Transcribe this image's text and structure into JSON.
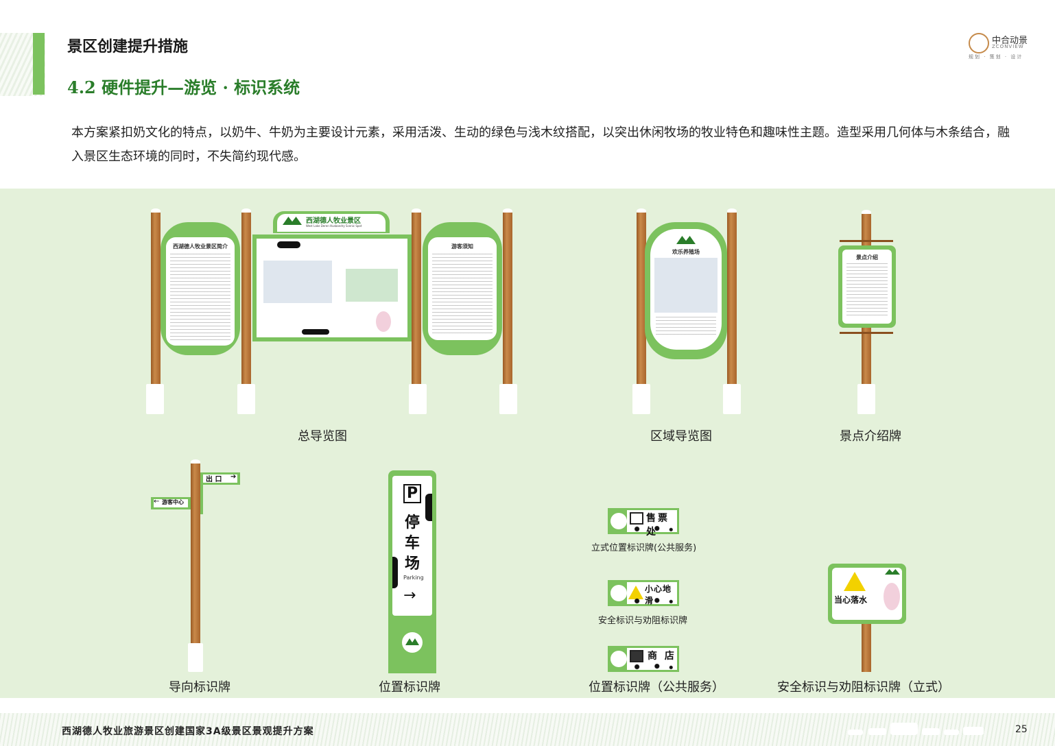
{
  "header": {
    "section_title": "景区创建提升措施",
    "subtitle": "4.2 硬件提升—游览 · 标识系统",
    "logo_name": "中合动景",
    "logo_en": "ZCONVIEW",
    "logo_tagline": "规划 · 策划 · 设计"
  },
  "description": "本方案紧扣奶文化的特点，以奶牛、牛奶为主要设计元素，采用活泼、生动的绿色与浅木纹搭配，以突出休闲牧场的牧业特色和趣味性主题。造型采用几何体与木条结合，融入景区生态环境的同时，不失简约现代感。",
  "signs": {
    "main_board_title": "西湖德人牧业景区",
    "main_board_en": "West Lake Deren Husbandry Scenic Spot",
    "intro_panel_title": "西湖德人牧业景区简介",
    "notice_panel_title": "游客须知",
    "area_board_title": "欢乐养殖场",
    "spot_board_title": "景点介绍",
    "exit_label": "出 口",
    "center_label": "游客中心",
    "parking_p": "P",
    "parking_chars": [
      "停",
      "车",
      "场"
    ],
    "parking_en": "Parking",
    "ticket_label": "售票处",
    "slippery_label": "小心地滑",
    "shop_label": "商  店",
    "water_label": "当心落水"
  },
  "captions": {
    "general_map": "总导览图",
    "area_map": "区域导览图",
    "spot_intro": "景点介绍牌",
    "direction": "导向标识牌",
    "location": "位置标识牌",
    "standing_location": "立式位置标识牌(公共服务)",
    "safety": "安全标识与劝阻标识牌",
    "location_public": "位置标识牌（公共服务）",
    "safety_standing": "安全标识与劝阻标识牌（立式）"
  },
  "footer": {
    "title": "西湖德人牧业旅游景区创建国家3A级景区景观提升方案",
    "page": "25"
  },
  "colors": {
    "accent_green": "#7cc25e",
    "panel_bg": "#e4f1da",
    "wood": "#b8773a",
    "title_green": "#2a7d2a"
  }
}
